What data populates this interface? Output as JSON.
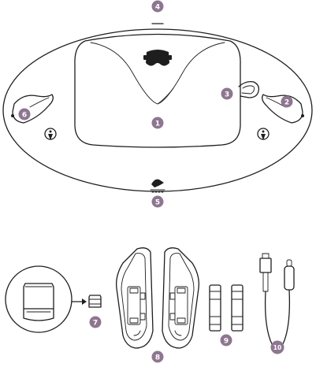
{
  "callouts": [
    {
      "id": "1",
      "color": "#8e7690"
    },
    {
      "id": "2",
      "color": "#8e7690"
    },
    {
      "id": "3",
      "color": "#8e7690"
    },
    {
      "id": "4",
      "color": "#8e7690"
    },
    {
      "id": "5",
      "color": "#8e7690"
    },
    {
      "id": "6",
      "color": "#8e7690"
    },
    {
      "id": "7",
      "color": "#8e7690"
    },
    {
      "id": "8",
      "color": "#8e7690"
    },
    {
      "id": "9",
      "color": "#8e7690"
    },
    {
      "id": "10",
      "color": "#8e7690"
    }
  ],
  "colors": {
    "line": "#1e1e1e",
    "badge": "#8e7690",
    "background": "#ffffff"
  },
  "icons": [
    "headset-case",
    "vr-headset-icon",
    "left-controller",
    "right-controller",
    "usb-dongle",
    "battery",
    "usb-c-cable"
  ]
}
